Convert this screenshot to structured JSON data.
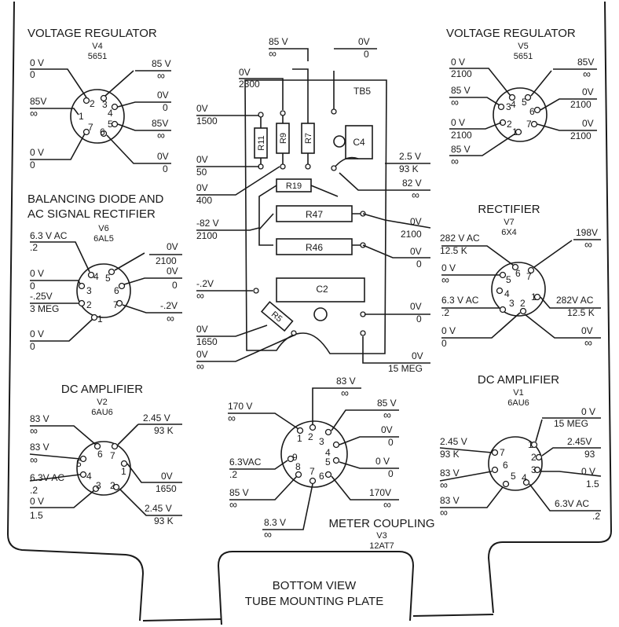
{
  "plate": {
    "view_title": "BOTTOM VIEW",
    "plate_title": "TUBE MOUNTING PLATE"
  },
  "tubes": [
    {
      "title": "VOLTAGE REGULATOR",
      "designator": "V4",
      "type": "5651",
      "pin_labels": [
        "2",
        "3",
        "4",
        "5",
        "6",
        "7",
        "1"
      ],
      "callouts": [
        {
          "volts": "0 V",
          "res": "0"
        },
        {
          "volts": "85V",
          "res": "∞"
        },
        {
          "volts": "0 V",
          "res": "0"
        },
        {
          "volts": "85 V",
          "res": "∞"
        },
        {
          "volts": "0V",
          "res": "0"
        },
        {
          "volts": "85V",
          "res": "∞"
        },
        {
          "volts": "0V",
          "res": "0"
        }
      ]
    },
    {
      "title": "VOLTAGE REGULATOR",
      "designator": "V5",
      "type": "5651",
      "pin_labels": [
        "4",
        "5",
        "6",
        "7",
        "1",
        "2",
        "3"
      ],
      "callouts": [
        {
          "volts": "0 V",
          "res": "2100"
        },
        {
          "volts": "85 V",
          "res": "∞"
        },
        {
          "volts": "0 V",
          "res": "2100"
        },
        {
          "volts": "85 V",
          "res": "∞"
        },
        {
          "volts": "85V",
          "res": "∞"
        },
        {
          "volts": "0V",
          "res": "2100"
        },
        {
          "volts": "0V",
          "res": "2100"
        }
      ]
    },
    {
      "title_line1": "BALANCING DIODE AND",
      "title_line2": "AC SIGNAL RECTIFIER",
      "designator": "V6",
      "type": "6AL5",
      "pin_labels": [
        "4",
        "5",
        "6",
        "7",
        "1",
        "2",
        "3"
      ],
      "callouts": [
        {
          "volts": "6.3 V AC",
          "res": ".2"
        },
        {
          "volts": "0 V",
          "res": "0"
        },
        {
          "volts": "-.25V",
          "res": "3 MEG"
        },
        {
          "volts": "0 V",
          "res": "0"
        },
        {
          "volts": "0V",
          "res": "2100"
        },
        {
          "volts": "0V",
          "res": "0"
        },
        {
          "volts": "-.2V",
          "res": "∞"
        }
      ]
    },
    {
      "title": "RECTIFIER",
      "designator": "V7",
      "type": "6X4",
      "pin_labels": [
        "6",
        "7",
        "1",
        "2",
        "3",
        "4",
        "5"
      ],
      "callouts": [
        {
          "volts": "282 V AC",
          "res": "12.5 K"
        },
        {
          "volts": "0 V",
          "res": "∞"
        },
        {
          "volts": "6.3 V AC",
          "res": ".2"
        },
        {
          "volts": "0 V",
          "res": "0"
        },
        {
          "volts": "198V",
          "res": "∞"
        },
        {
          "volts": "282V AC",
          "res": "12.5 K"
        },
        {
          "volts": "0V",
          "res": "∞"
        }
      ]
    },
    {
      "title": "DC AMPLIFIER",
      "designator": "V2",
      "type": "6AU6",
      "pin_labels": [
        "6",
        "7",
        "1",
        "2",
        "3",
        "4",
        "5"
      ],
      "callouts": [
        {
          "volts": "83 V",
          "res": "∞"
        },
        {
          "volts": "83 V",
          "res": "∞"
        },
        {
          "volts": "6.3V AC",
          "res": ".2"
        },
        {
          "volts": "0 V",
          "res": "1.5"
        },
        {
          "volts": "2.45 V",
          "res": "93 K"
        },
        {
          "volts": "0V",
          "res": "1650"
        },
        {
          "volts": "2.45 V",
          "res": "93 K"
        }
      ]
    },
    {
      "title": "DC AMPLIFIER",
      "designator": "V1",
      "type": "6AU6",
      "pin_labels": [
        "1",
        "2",
        "3",
        "4",
        "5",
        "6",
        "7"
      ],
      "callouts": [
        {
          "volts": "0 V",
          "res": "15 MEG"
        },
        {
          "volts": "2.45V",
          "res": "93"
        },
        {
          "volts": "0 V",
          "res": "1.5"
        },
        {
          "volts": "6.3V AC",
          "res": ".2"
        },
        {
          "volts": "2.45 V",
          "res": "93 K"
        },
        {
          "volts": "83 V",
          "res": "∞"
        },
        {
          "volts": "83 V",
          "res": "∞"
        }
      ]
    },
    {
      "title": "METER COUPLING",
      "designator": "V3",
      "type": "12AT7",
      "pin_labels": [
        "1",
        "2",
        "3",
        "4",
        "5",
        "6",
        "7",
        "8",
        "9"
      ],
      "callouts": [
        {
          "volts": "170 V",
          "res": "∞"
        },
        {
          "volts": "83 V",
          "res": "∞"
        },
        {
          "volts": "85 V",
          "res": "∞"
        },
        {
          "volts": "0V",
          "res": "0"
        },
        {
          "volts": "0 V",
          "res": "0"
        },
        {
          "volts": "170V",
          "res": "∞"
        },
        {
          "volts": "8.3 V",
          "res": "∞"
        },
        {
          "volts": "85 V",
          "res": "∞"
        },
        {
          "volts": "6.3VAC",
          "res": ".2"
        }
      ]
    }
  ],
  "terminal_board": {
    "label": "TB5",
    "components": [
      "R11",
      "R9",
      "R7",
      "C4",
      "R19",
      "R47",
      "R46",
      "C2",
      "R5"
    ],
    "callouts": [
      {
        "volts": "85 V",
        "res": "∞"
      },
      {
        "volts": "0V",
        "res": "0"
      },
      {
        "volts": "0V",
        "res": "2300"
      },
      {
        "volts": "0V",
        "res": "1500"
      },
      {
        "volts": "0V",
        "res": "50"
      },
      {
        "volts": "0V",
        "res": "400"
      },
      {
        "volts": "2.5 V",
        "res": "93 K"
      },
      {
        "volts": "82 V",
        "res": "∞"
      },
      {
        "volts": "0V",
        "res": "2100"
      },
      {
        "volts": "0V",
        "res": "0"
      },
      {
        "volts": "-82 V",
        "res": "2100"
      },
      {
        "volts": "-.2V",
        "res": "∞"
      },
      {
        "volts": "0V",
        "res": "0"
      },
      {
        "volts": "0V",
        "res": "1650"
      },
      {
        "volts": "0V",
        "res": "∞"
      },
      {
        "volts": "0V",
        "res": "15 MEG"
      }
    ]
  }
}
